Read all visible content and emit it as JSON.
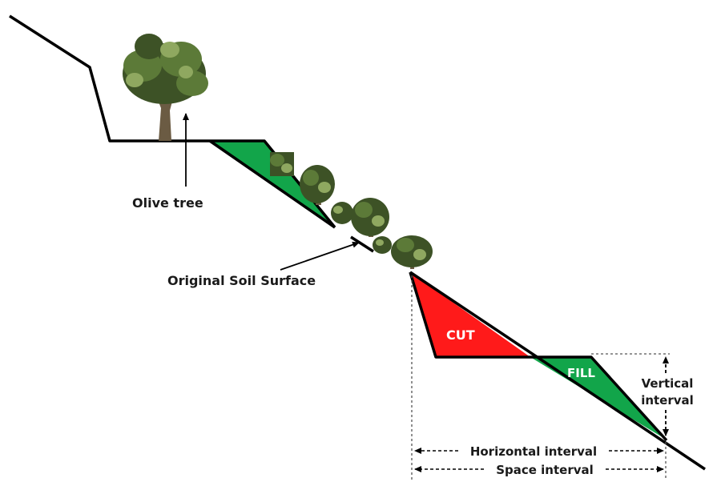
{
  "labels": {
    "olive_tree": "Olive tree",
    "original_soil_surface": "Original Soil Surface",
    "cut": "CUT",
    "fill": "FILL",
    "vertical_interval_line1": "Vertical",
    "vertical_interval_line2": "interval",
    "horizontal_interval": "Horizontal interval",
    "space_interval": "Space interval"
  },
  "colors": {
    "cut": "#ff1a1a",
    "fill": "#12a54a",
    "ground_line": "#000000",
    "foliage_dark": "#3d5226",
    "foliage_mid": "#5c7a38",
    "foliage_light": "#8fa860",
    "trunk": "#6b5b43"
  }
}
